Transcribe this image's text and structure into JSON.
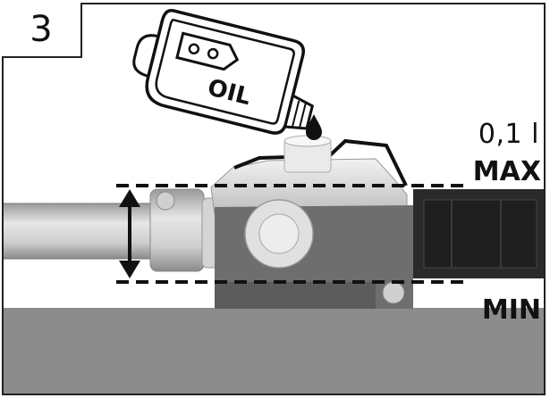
{
  "step": {
    "number": "3"
  },
  "bottle": {
    "label": "OIL",
    "icon": "chain-icon"
  },
  "levels": {
    "capacity": "0,1 l",
    "max": "MAX",
    "min": "MIN"
  },
  "colors": {
    "line": "#222222",
    "ground": "#8c8c8c",
    "tool_body": "#6e6e6e",
    "bar": "#2a2a2a",
    "tube": "#d8d8d8"
  }
}
